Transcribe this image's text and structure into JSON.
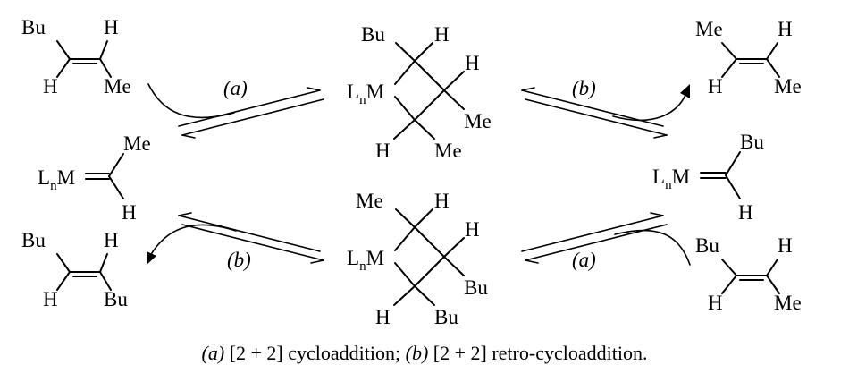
{
  "labels": {
    "bu": "Bu",
    "me": "Me",
    "h": "H",
    "lm": "L",
    "n": "n",
    "m": "M"
  },
  "arrows": {
    "a": "(a)",
    "b": "(b)"
  },
  "caption": {
    "a_tag": "(a)",
    "a_text": " [2 + 2] cycloaddition; ",
    "b_tag": "(b)",
    "b_text": " [2 + 2] retro-cycloaddition."
  }
}
